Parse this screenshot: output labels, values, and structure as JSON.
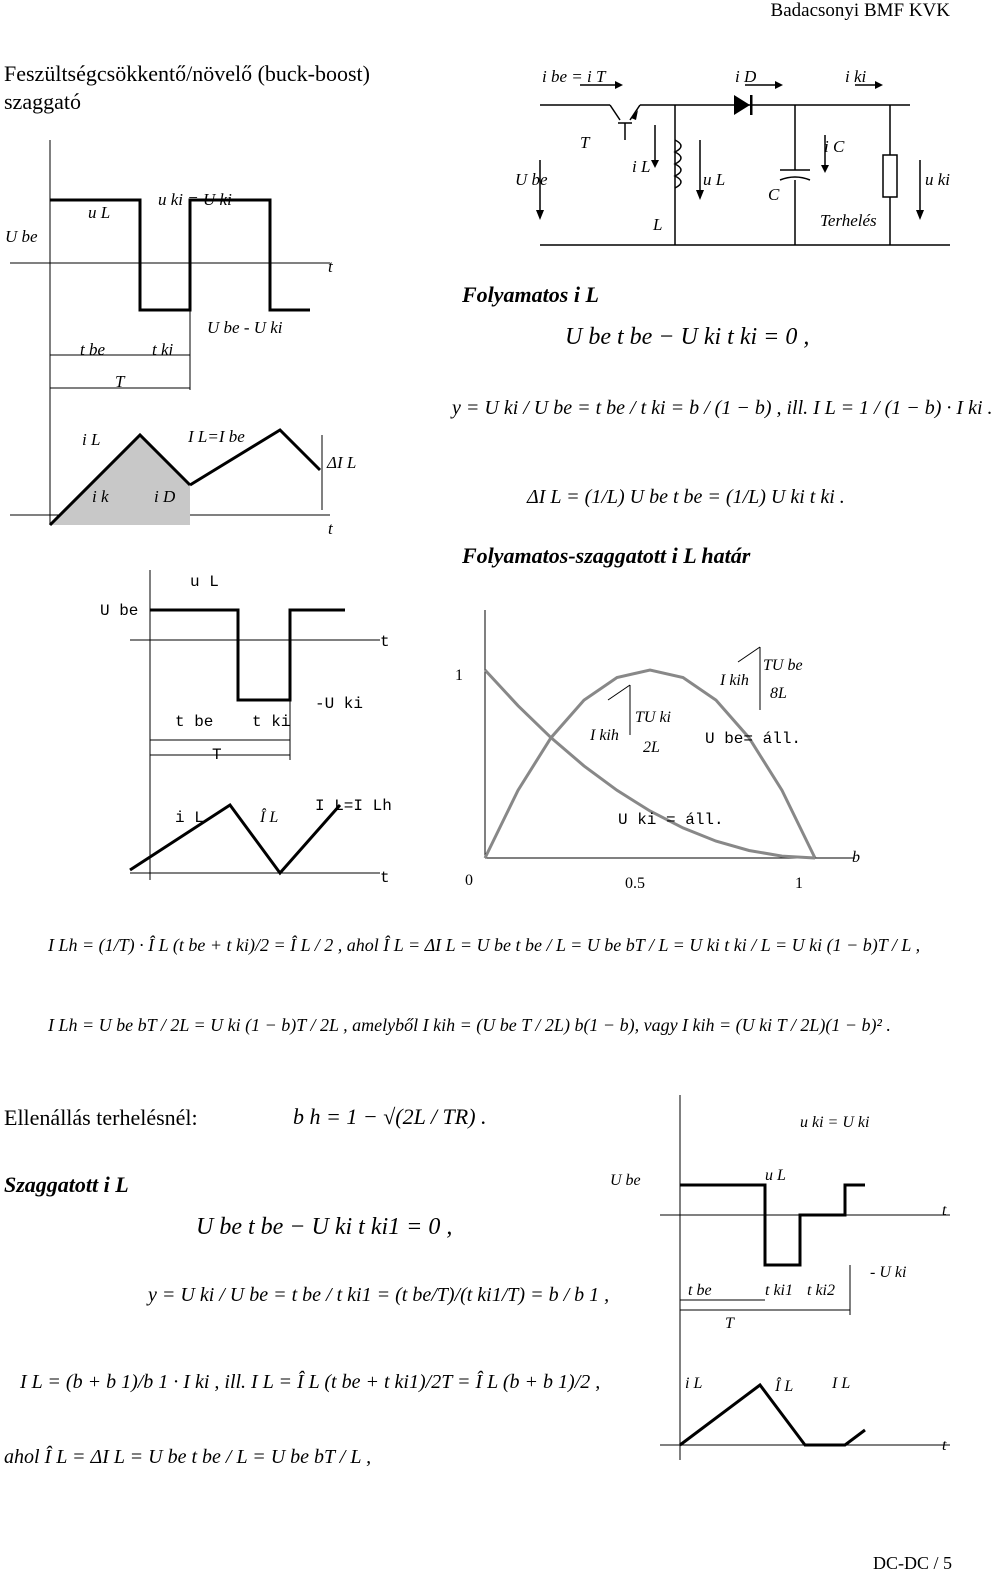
{
  "header": {
    "institution": "Badacsonyi BMF KVK"
  },
  "title": {
    "line1": "Feszültségcsökkentő/növelő (buck-boost)",
    "line2": "szaggató"
  },
  "circuit": {
    "labels": {
      "ibe_it": "i be = i T",
      "id": "i D",
      "iki": "i ki",
      "t": "T",
      "il": "i L",
      "ic": "i C",
      "ube": "U be",
      "ul": "u L",
      "c": "C",
      "l": "L",
      "terheles": "Terhelés",
      "uki": "u ki"
    }
  },
  "sections": {
    "folyamatos": "Folyamatos i L",
    "hatar": "Folyamatos-szaggatott i L határ",
    "ellenallas": "Ellenállás terhelésnél:",
    "szaggatott": "Szaggatott i L"
  },
  "wave1": {
    "labels": {
      "ube": "U be",
      "ul": "u L",
      "uki_eq": "u ki = U ki",
      "t": "t",
      "diff": "U be - U ki",
      "tbe": "t be",
      "tki": "t ki",
      "T": "T",
      "il": "i L",
      "il_ibe": "I L=I be",
      "dil": "ΔI L",
      "ik": "i k",
      "id": "i D",
      "t2": "t"
    }
  },
  "wave2": {
    "labels": {
      "ube": "U be",
      "ul": "u L",
      "t": "t",
      "minus_uki": "-U ki",
      "tbe": "t be",
      "tki": "t ki",
      "T": "T",
      "il": "i L",
      "ilhat": "Î L",
      "il_ilh": "I L=I Lh",
      "t2": "t"
    }
  },
  "chart_data": {
    "type": "line",
    "x": [
      0,
      0.1,
      0.2,
      0.3,
      0.4,
      0.5,
      0.6,
      0.7,
      0.8,
      0.9,
      1.0
    ],
    "series": [
      {
        "values": [
          0,
          0.36,
          0.64,
          0.84,
          0.96,
          1.0,
          0.96,
          0.84,
          0.64,
          0.36,
          0
        ]
      },
      {
        "values": [
          1,
          0.81,
          0.64,
          0.49,
          0.36,
          0.25,
          0.16,
          0.09,
          0.04,
          0.01,
          0
        ]
      }
    ],
    "xlim": [
      0,
      1
    ],
    "ylim": [
      0,
      1
    ],
    "tick_labels": {
      "x0": "0",
      "x05": "0.5",
      "x1": "1",
      "y1": "1"
    },
    "xlabel": "b",
    "annotations": {
      "ikih1": "I kih",
      "tube": "TU be",
      "l8": "8L",
      "ikih2": "I kih",
      "tuki": "TU ki",
      "l2": "2L",
      "ube_all": "U be= áll.",
      "uki_all": "U ki = áll."
    }
  },
  "equations": {
    "eq1": "U be t be − U ki t ki = 0 ,",
    "eq2": "y = U ki / U be = t be / t ki = b / (1 − b) , ill. I L = 1 / (1 − b) · I ki .",
    "eq3": "ΔI L = (1/L) U be t be = (1/L) U ki t ki .",
    "eq4": "I Lh = (1/T) · Î L (t be + t ki)/2 = Î L / 2 , ahol Î L = ΔI L = U be t be / L = U be bT / L = U ki t ki / L = U ki (1 − b)T / L ,",
    "eq5": "I Lh = U be bT / 2L = U ki (1 − b)T / 2L , amelyből I kih = (U be T / 2L) b(1 − b), vagy I kih = (U ki T / 2L)(1 − b)² .",
    "eq6": "b h = 1 − √(2L / TR) .",
    "eq7": "U be t be − U ki t ki1 = 0 ,",
    "eq8": "y = U ki / U be = t be / t ki1 = (t be/T)/(t ki1/T) = b / b 1 ,",
    "eq9": "I L = (b + b 1)/b 1 · I ki , ill. I L = Î L (t be + t ki1)/2T = Î L (b + b 1)/2 ,",
    "eq10": "ahol Î L = ΔI L = U be t be / L = U be bT / L ,"
  },
  "wave3": {
    "labels": {
      "uki_eq": "u ki = U ki",
      "ube": "U be",
      "ul": "u L",
      "t": "t",
      "minus_uki": "- U ki",
      "tbe": "t be",
      "tki1": "t ki1",
      "tki2": "t ki2",
      "T": "T",
      "il": "i L",
      "ilhat": "Î L",
      "IL": "I L",
      "t2": "t"
    }
  },
  "footer": {
    "page": "DC-DC / 5"
  }
}
